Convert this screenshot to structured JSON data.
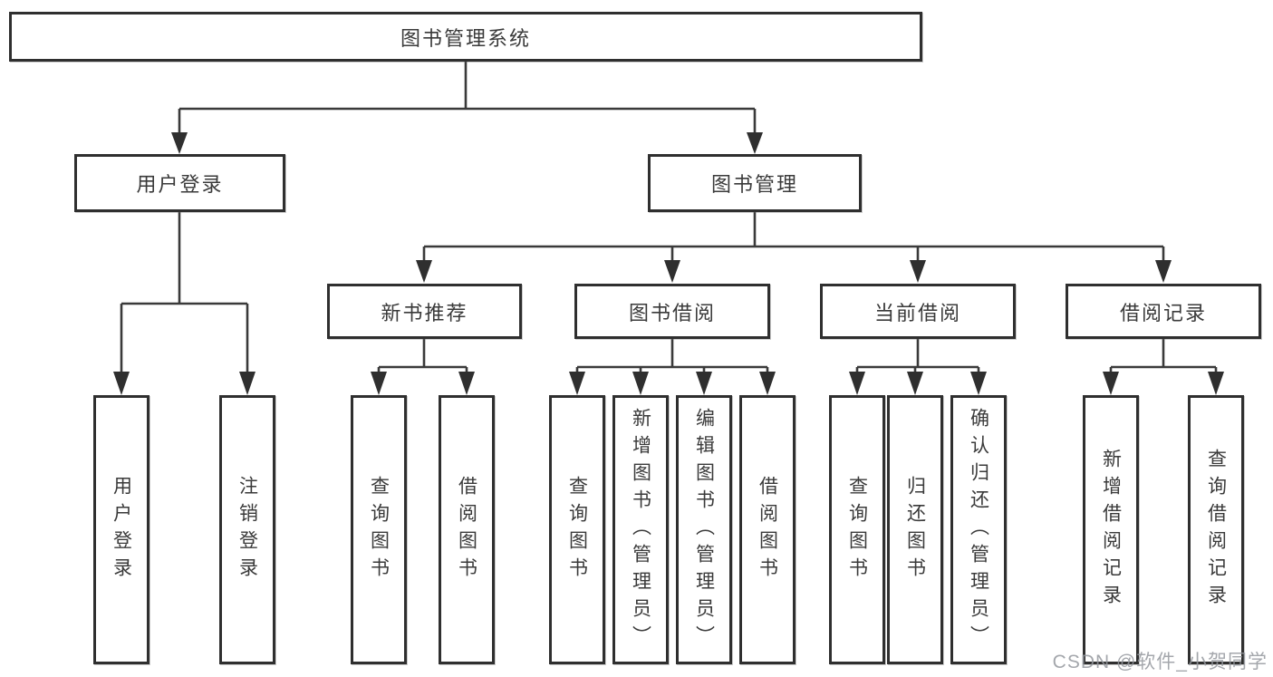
{
  "diagram": {
    "root": {
      "label": "图书管理系统"
    },
    "level2": {
      "user_login": {
        "label": "用户登录"
      },
      "book_management": {
        "label": "图书管理"
      }
    },
    "level3": {
      "new_book_recommend": {
        "label": "新书推荐"
      },
      "book_borrowing": {
        "label": "图书借阅"
      },
      "current_borrowing": {
        "label": "当前借阅"
      },
      "borrowing_records": {
        "label": "借阅记录"
      }
    },
    "leaves": {
      "user_login": [
        "用户登录",
        "注销登录"
      ],
      "new_book_recommend": [
        "查询图书",
        "借阅图书"
      ],
      "book_borrowing": [
        "查询图书",
        "新增图书（管理员）",
        "编辑图书（管理员）",
        "借阅图书"
      ],
      "current_borrowing": [
        "查询图书",
        "归还图书",
        "确认归还（管理员）"
      ],
      "borrowing_records": [
        "新增借阅记录",
        "查询借阅记录"
      ]
    }
  },
  "watermark": "CSDN @软件_小贺同学",
  "colors": {
    "line": "#3a3a3a",
    "arrow": "#2f2f2f",
    "border": "#2f2f2f",
    "text": "#3a3a3a",
    "background": "#ffffff",
    "watermark": "#94989e"
  }
}
